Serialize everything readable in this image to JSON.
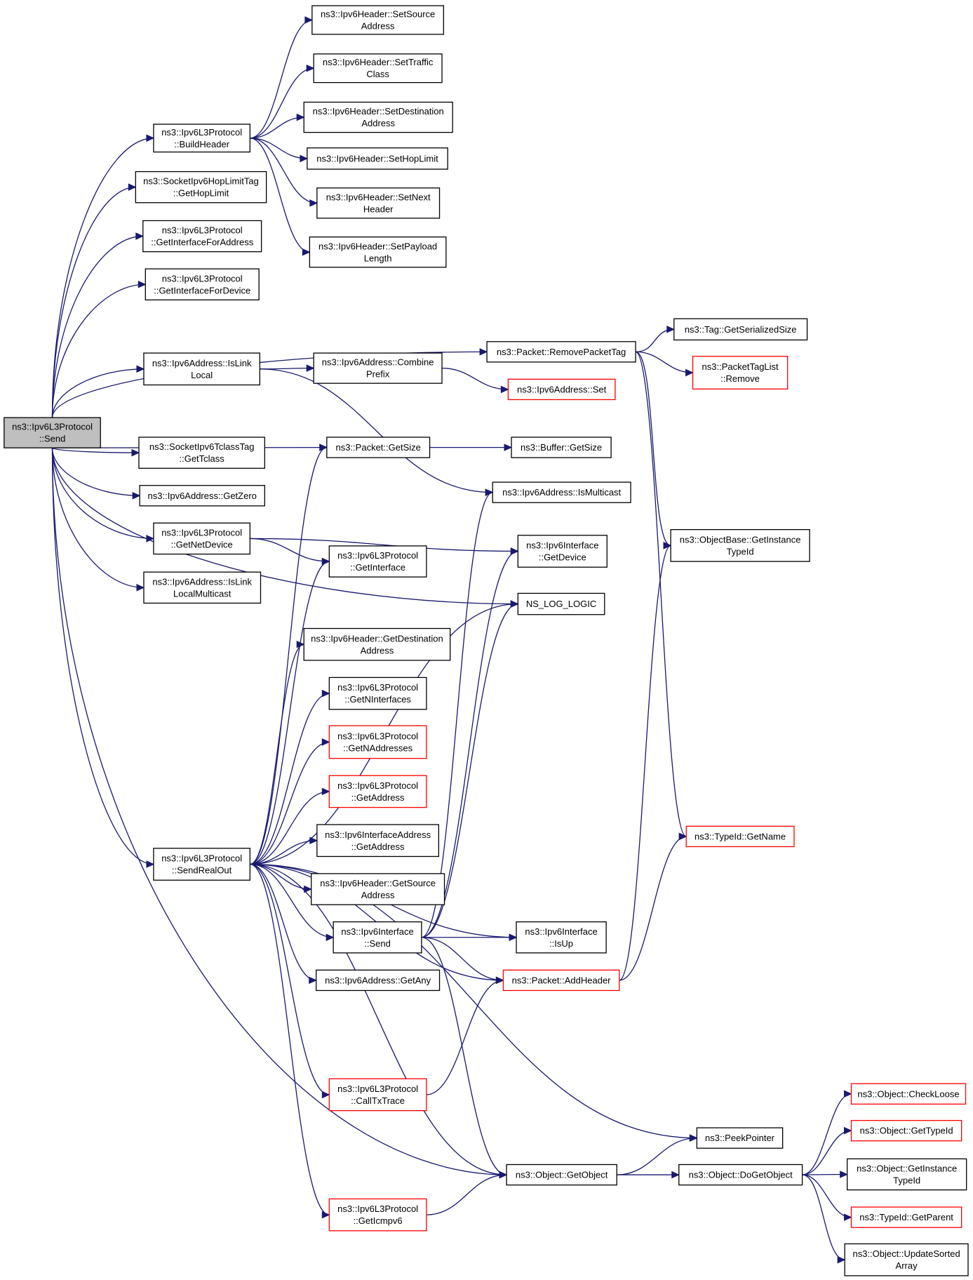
{
  "diagram": {
    "nodes": [
      {
        "id": "send",
        "lines": [
          "ns3::Ipv6L3Protocol",
          "::Send"
        ],
        "style": "root"
      },
      {
        "id": "buildHeader",
        "lines": [
          "ns3::Ipv6L3Protocol",
          "::BuildHeader"
        ],
        "style": "normal"
      },
      {
        "id": "setSourceAddress",
        "lines": [
          "ns3::Ipv6Header::SetSource",
          "Address"
        ],
        "style": "normal"
      },
      {
        "id": "setTrafficClass",
        "lines": [
          "ns3::Ipv6Header::SetTraffic",
          "Class"
        ],
        "style": "normal"
      },
      {
        "id": "setDestinationAddress",
        "lines": [
          "ns3::Ipv6Header::SetDestination",
          "Address"
        ],
        "style": "normal"
      },
      {
        "id": "setHopLimit",
        "lines": [
          "ns3::Ipv6Header::SetHopLimit"
        ],
        "style": "normal"
      },
      {
        "id": "setNextHeader",
        "lines": [
          "ns3::Ipv6Header::SetNext",
          "Header"
        ],
        "style": "normal"
      },
      {
        "id": "setPayloadLength",
        "lines": [
          "ns3::Ipv6Header::SetPayload",
          "Length"
        ],
        "style": "normal"
      },
      {
        "id": "hopLimitTagGet",
        "lines": [
          "ns3::SocketIpv6HopLimitTag",
          "::GetHopLimit"
        ],
        "style": "normal"
      },
      {
        "id": "getInterfaceForAddress",
        "lines": [
          "ns3::Ipv6L3Protocol",
          "::GetInterfaceForAddress"
        ],
        "style": "normal"
      },
      {
        "id": "getInterfaceForDevice",
        "lines": [
          "ns3::Ipv6L3Protocol",
          "::GetInterfaceForDevice"
        ],
        "style": "normal"
      },
      {
        "id": "removePacketTag",
        "lines": [
          "ns3::Packet::RemovePacketTag"
        ],
        "style": "normal"
      },
      {
        "id": "tagGetSerializedSize",
        "lines": [
          "ns3::Tag::GetSerializedSize"
        ],
        "style": "normal"
      },
      {
        "id": "packetTagListRemove",
        "lines": [
          "ns3::PacketTagList",
          "::Remove"
        ],
        "style": "red"
      },
      {
        "id": "isLinkLocal",
        "lines": [
          "ns3::Ipv6Address::IsLink",
          "Local"
        ],
        "style": "normal"
      },
      {
        "id": "combinePrefix",
        "lines": [
          "ns3::Ipv6Address::Combine",
          "Prefix"
        ],
        "style": "normal"
      },
      {
        "id": "ipv6AddressSet",
        "lines": [
          "ns3::Ipv6Address::Set"
        ],
        "style": "red"
      },
      {
        "id": "tclassTagGet",
        "lines": [
          "ns3::SocketIpv6TclassTag",
          "::GetTclass"
        ],
        "style": "normal"
      },
      {
        "id": "packetGetSize",
        "lines": [
          "ns3::Packet::GetSize"
        ],
        "style": "normal"
      },
      {
        "id": "bufferGetSize",
        "lines": [
          "ns3::Buffer::GetSize"
        ],
        "style": "normal"
      },
      {
        "id": "getZero",
        "lines": [
          "ns3::Ipv6Address::GetZero"
        ],
        "style": "normal"
      },
      {
        "id": "isMulticast",
        "lines": [
          "ns3::Ipv6Address::IsMulticast"
        ],
        "style": "normal"
      },
      {
        "id": "getNetDevice",
        "lines": [
          "ns3::Ipv6L3Protocol",
          "::GetNetDevice"
        ],
        "style": "normal"
      },
      {
        "id": "ifaceGetDevice",
        "lines": [
          "ns3::Ipv6Interface",
          "::GetDevice"
        ],
        "style": "normal"
      },
      {
        "id": "getInstanceTypeIdBase",
        "lines": [
          "ns3::ObjectBase::GetInstance",
          "TypeId"
        ],
        "style": "normal"
      },
      {
        "id": "l3GetInterface",
        "lines": [
          "ns3::Ipv6L3Protocol",
          "::GetInterface"
        ],
        "style": "normal"
      },
      {
        "id": "isLinkLocalMulticast",
        "lines": [
          "ns3::Ipv6Address::IsLink",
          "LocalMulticast"
        ],
        "style": "normal"
      },
      {
        "id": "nsLogLogic",
        "lines": [
          "NS_LOG_LOGIC"
        ],
        "style": "normal"
      },
      {
        "id": "getDestinationAddress",
        "lines": [
          "ns3::Ipv6Header::GetDestination",
          "Address"
        ],
        "style": "normal"
      },
      {
        "id": "getNInterfaces",
        "lines": [
          "ns3::Ipv6L3Protocol",
          "::GetNInterfaces"
        ],
        "style": "normal"
      },
      {
        "id": "getNAddresses",
        "lines": [
          "ns3::Ipv6L3Protocol",
          "::GetNAddresses"
        ],
        "style": "red"
      },
      {
        "id": "l3GetAddress",
        "lines": [
          "ns3::Ipv6L3Protocol",
          "::GetAddress"
        ],
        "style": "red"
      },
      {
        "id": "typeIdGetName",
        "lines": [
          "ns3::TypeId::GetName"
        ],
        "style": "red"
      },
      {
        "id": "sendRealOut",
        "lines": [
          "ns3::Ipv6L3Protocol",
          "::SendRealOut"
        ],
        "style": "normal"
      },
      {
        "id": "ifaceAddrGetAddress",
        "lines": [
          "ns3::Ipv6InterfaceAddress",
          "::GetAddress"
        ],
        "style": "normal"
      },
      {
        "id": "getSourceAddress",
        "lines": [
          "ns3::Ipv6Header::GetSource",
          "Address"
        ],
        "style": "normal"
      },
      {
        "id": "ifaceSend",
        "lines": [
          "ns3::Ipv6Interface",
          "::Send"
        ],
        "style": "normal"
      },
      {
        "id": "ifaceIsUp",
        "lines": [
          "ns3::Ipv6Interface",
          "::IsUp"
        ],
        "style": "normal"
      },
      {
        "id": "addHeader",
        "lines": [
          "ns3::Packet::AddHeader"
        ],
        "style": "red"
      },
      {
        "id": "getAny",
        "lines": [
          "ns3::Ipv6Address::GetAny"
        ],
        "style": "normal"
      },
      {
        "id": "callTxTrace",
        "lines": [
          "ns3::Ipv6L3Protocol",
          "::CallTxTrace"
        ],
        "style": "red"
      },
      {
        "id": "checkLoose",
        "lines": [
          "ns3::Object::CheckLoose"
        ],
        "style": "red"
      },
      {
        "id": "objGetTypeId",
        "lines": [
          "ns3::Object::GetTypeId"
        ],
        "style": "red"
      },
      {
        "id": "peekPointer",
        "lines": [
          "ns3::PeekPointer"
        ],
        "style": "normal"
      },
      {
        "id": "objGetInstanceTypeId",
        "lines": [
          "ns3::Object::GetInstance",
          "TypeId"
        ],
        "style": "normal"
      },
      {
        "id": "getObject",
        "lines": [
          "ns3::Object::GetObject"
        ],
        "style": "normal"
      },
      {
        "id": "doGetObject",
        "lines": [
          "ns3::Object::DoGetObject"
        ],
        "style": "normal"
      },
      {
        "id": "getIcmpv6",
        "lines": [
          "ns3::Ipv6L3Protocol",
          "::GetIcmpv6"
        ],
        "style": "red"
      },
      {
        "id": "typeIdGetParent",
        "lines": [
          "ns3::TypeId::GetParent"
        ],
        "style": "red"
      },
      {
        "id": "updateSortedArray",
        "lines": [
          "ns3::Object::UpdateSorted",
          "Array"
        ],
        "style": "normal"
      }
    ],
    "edges": [
      [
        "send",
        "buildHeader"
      ],
      [
        "send",
        "hopLimitTagGet"
      ],
      [
        "send",
        "getInterfaceForAddress"
      ],
      [
        "send",
        "getInterfaceForDevice"
      ],
      [
        "send",
        "removePacketTag"
      ],
      [
        "send",
        "isLinkLocal"
      ],
      [
        "send",
        "packetGetSize"
      ],
      [
        "send",
        "tclassTagGet"
      ],
      [
        "send",
        "getZero"
      ],
      [
        "send",
        "getNetDevice"
      ],
      [
        "send",
        "isLinkLocalMulticast"
      ],
      [
        "send",
        "nsLogLogic"
      ],
      [
        "send",
        "sendRealOut"
      ],
      [
        "send",
        "getObject"
      ],
      [
        "buildHeader",
        "setSourceAddress"
      ],
      [
        "buildHeader",
        "setTrafficClass"
      ],
      [
        "buildHeader",
        "setDestinationAddress"
      ],
      [
        "buildHeader",
        "setHopLimit"
      ],
      [
        "buildHeader",
        "setNextHeader"
      ],
      [
        "buildHeader",
        "setPayloadLength"
      ],
      [
        "removePacketTag",
        "tagGetSerializedSize"
      ],
      [
        "removePacketTag",
        "packetTagListRemove"
      ],
      [
        "removePacketTag",
        "getInstanceTypeIdBase"
      ],
      [
        "removePacketTag",
        "typeIdGetName"
      ],
      [
        "isLinkLocal",
        "combinePrefix"
      ],
      [
        "isLinkLocal",
        "isMulticast"
      ],
      [
        "combinePrefix",
        "ipv6AddressSet"
      ],
      [
        "packetGetSize",
        "bufferGetSize"
      ],
      [
        "getNetDevice",
        "ifaceGetDevice"
      ],
      [
        "getNetDevice",
        "l3GetInterface"
      ],
      [
        "sendRealOut",
        "packetGetSize"
      ],
      [
        "sendRealOut",
        "l3GetInterface"
      ],
      [
        "sendRealOut",
        "nsLogLogic"
      ],
      [
        "sendRealOut",
        "getDestinationAddress"
      ],
      [
        "sendRealOut",
        "getNInterfaces"
      ],
      [
        "sendRealOut",
        "getNAddresses"
      ],
      [
        "sendRealOut",
        "l3GetAddress"
      ],
      [
        "sendRealOut",
        "ifaceAddrGetAddress"
      ],
      [
        "sendRealOut",
        "getSourceAddress"
      ],
      [
        "sendRealOut",
        "ifaceSend"
      ],
      [
        "sendRealOut",
        "getAny"
      ],
      [
        "sendRealOut",
        "ifaceIsUp"
      ],
      [
        "sendRealOut",
        "addHeader"
      ],
      [
        "sendRealOut",
        "callTxTrace"
      ],
      [
        "sendRealOut",
        "peekPointer"
      ],
      [
        "sendRealOut",
        "getObject"
      ],
      [
        "sendRealOut",
        "getIcmpv6"
      ],
      [
        "ifaceSend",
        "isMulticast"
      ],
      [
        "ifaceSend",
        "ifaceGetDevice"
      ],
      [
        "ifaceSend",
        "nsLogLogic"
      ],
      [
        "ifaceSend",
        "ifaceIsUp"
      ],
      [
        "ifaceSend",
        "addHeader"
      ],
      [
        "ifaceSend",
        "getObject"
      ],
      [
        "addHeader",
        "getInstanceTypeIdBase"
      ],
      [
        "addHeader",
        "typeIdGetName"
      ],
      [
        "callTxTrace",
        "addHeader"
      ],
      [
        "getIcmpv6",
        "getObject"
      ],
      [
        "getObject",
        "peekPointer"
      ],
      [
        "getObject",
        "doGetObject"
      ],
      [
        "doGetObject",
        "checkLoose"
      ],
      [
        "doGetObject",
        "objGetTypeId"
      ],
      [
        "doGetObject",
        "objGetInstanceTypeId"
      ],
      [
        "doGetObject",
        "typeIdGetParent"
      ],
      [
        "doGetObject",
        "updateSortedArray"
      ]
    ]
  }
}
